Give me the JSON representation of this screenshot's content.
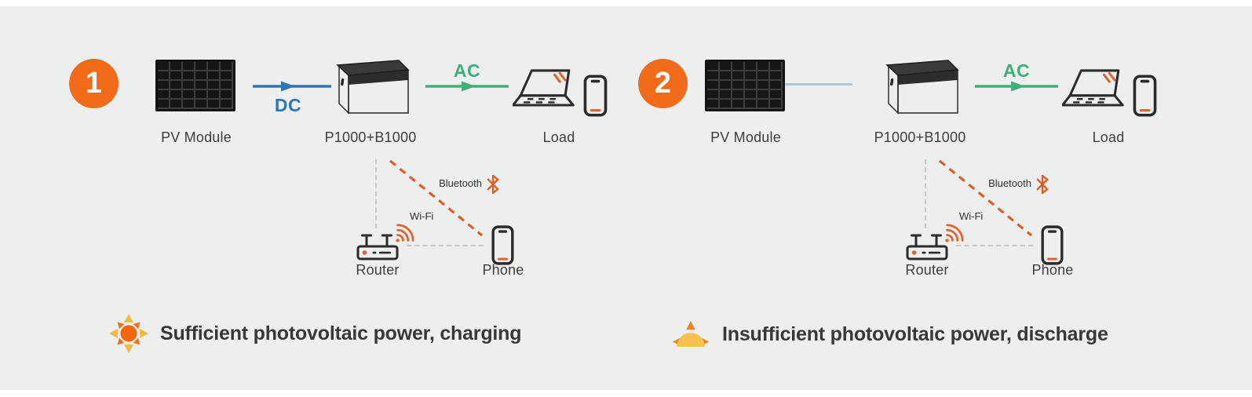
{
  "colors": {
    "badge_orange": "#F26B1B",
    "dc_blue": "#2E75B6",
    "ac_green": "#3FAE7C",
    "pale_blue": "#ACC6D9",
    "line_orange": "#DC5F28",
    "icon_orange": "#E0622E",
    "line_gray": "#C6C6C6",
    "ink": "#2B2B2B",
    "text_dark": "#3E3E3E",
    "bg_gray": "#EDEEEE",
    "station_body": "#E6E6E4",
    "station_side": "#D9D9D7",
    "station_lid": "#3A3A3A",
    "sun_core": "#F1670F",
    "sun_ray_yellow": "#F5B941",
    "sun_ray_orange": "#ED741F",
    "half_sun_dome": "#F6C14E",
    "half_sun_ray": "#F08223"
  },
  "scenarios": [
    {
      "badge": "1",
      "pv_module_label": "PV Module",
      "dc_label": "DC",
      "station_label": "P1000+B1000",
      "ac_label": "AC",
      "load_label": "Load",
      "bluetooth_label": "Bluetooth",
      "wifi_label": "Wi-Fi",
      "router_label": "Router",
      "phone_label": "Phone",
      "caption": "Sufficient photovoltaic power, charging"
    },
    {
      "badge": "2",
      "pv_module_label": "PV Module",
      "station_label": "P1000+B1000",
      "ac_label": "AC",
      "load_label": "Load",
      "bluetooth_label": "Bluetooth",
      "wifi_label": "Wi-Fi",
      "router_label": "Router",
      "phone_label": "Phone",
      "caption": "Insufficient photovoltaic power, discharge"
    }
  ]
}
